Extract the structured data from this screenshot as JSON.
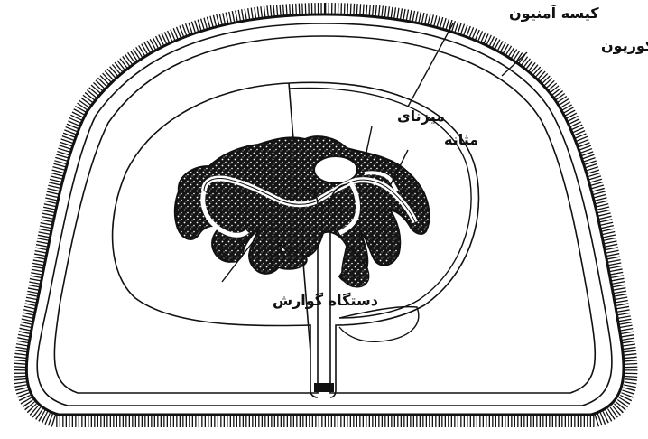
{
  "labels": {
    "amnion": "کیسه آمنیون",
    "chorion": "پردهٔ کوریون",
    "allantois": "میزنای",
    "bladder": "مثانه",
    "digestive": "دستگاه گوارش"
  },
  "colors": {
    "ink": "#111111",
    "background": "#ffffff"
  }
}
